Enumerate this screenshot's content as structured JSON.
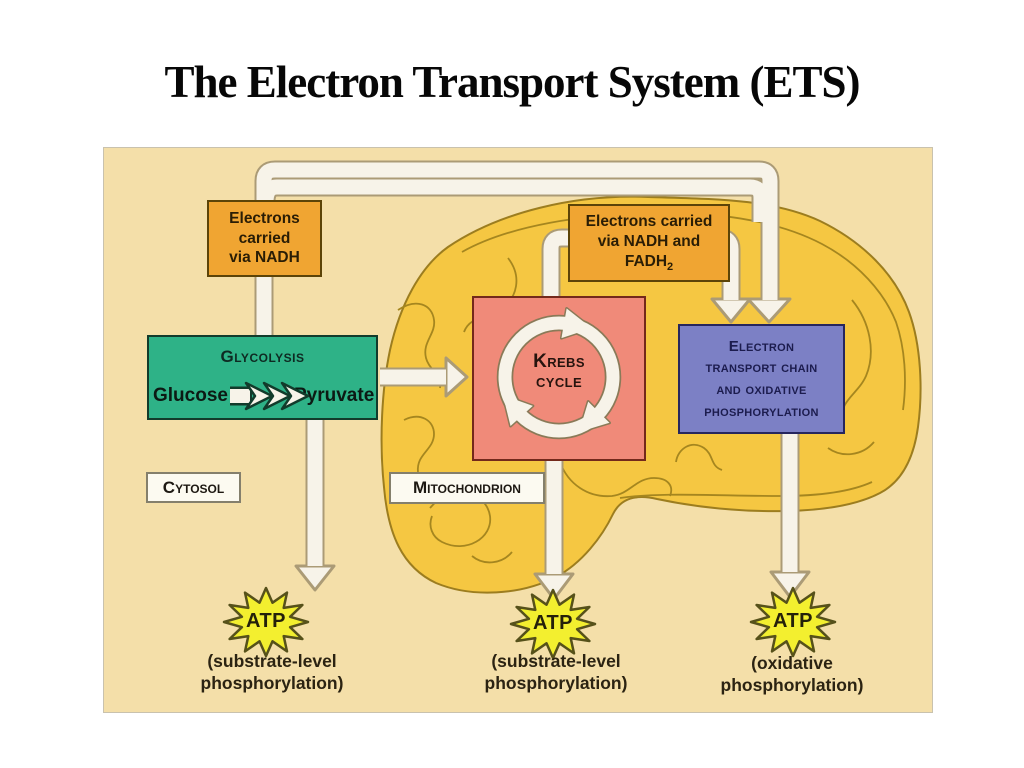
{
  "slide": {
    "title": "The Electron Transport System (ETS)"
  },
  "diagram": {
    "boxes": {
      "electrons_nadh": {
        "line1": "Electrons",
        "line2": "carried",
        "line3": "via NADH"
      },
      "electrons_nadh_fadh2": {
        "line1": "Electrons carried",
        "line2": "via NADH and",
        "line3_base": "FADH",
        "line3_sub": "2"
      },
      "glycolysis": {
        "title": "Glycolysis",
        "input": "Glucose",
        "output": "Pyruvate"
      },
      "krebs": {
        "line1": "Krebs",
        "line2": "cycle"
      },
      "etc": {
        "line1": "Electron",
        "line2": "transport chain",
        "line3": "and oxidative",
        "line4": "phosphorylation"
      }
    },
    "labels": {
      "cytosol": "Cytosol",
      "mitochondrion": "Mitochondrion"
    },
    "atp": [
      {
        "burst": "ATP",
        "caption_line1": "(substrate-level",
        "caption_line2": "phosphorylation)"
      },
      {
        "burst": "ATP",
        "caption_line1": "(substrate-level",
        "caption_line2": "phosphorylation)"
      },
      {
        "burst": "ATP",
        "caption_line1": "(oxidative",
        "caption_line2": "phosphorylation)"
      }
    ],
    "colors": {
      "panel_background": "#f4dfa9",
      "mitochondrion_fill": "#f5c742",
      "mitochondrion_outline": "#9c7d1f",
      "pipe_fill": "#f7f3e9",
      "pipe_outline": "#ab9b76",
      "electrons_box": "#f0a532",
      "glycolysis_box": "#2eb287",
      "krebs_box": "#f08a79",
      "etc_box": "#7c80c5",
      "atp_burst": "#f3ef2f",
      "label_background": "#fcfaf1"
    }
  }
}
